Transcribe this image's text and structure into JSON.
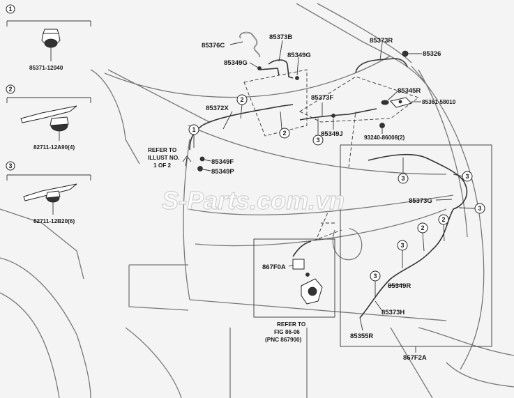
{
  "watermark": "S-Parts.com.vn",
  "legend": [
    {
      "num": "1",
      "part": "85371-12040"
    },
    {
      "num": "2",
      "part": "82711-12A90(4)"
    },
    {
      "num": "3",
      "part": "82711-12B20(6)"
    }
  ],
  "labels": {
    "p85376C": "85376C",
    "p85373B": "85373B",
    "p85349G_a": "85349G",
    "p85349G_b": "85349G",
    "p85373R": "85373R",
    "p85326": "85326",
    "p85345R": "85345R",
    "p85361": "85361-58010",
    "p85372X": "85372X",
    "p85373F": "85373F",
    "p85349J": "85349J",
    "p93240": "93240-86008(2)",
    "p85349F": "85349F",
    "p85349P": "85349P",
    "p85373G": "85373G",
    "p867F0A": "867F0A",
    "p85349R": "85349R",
    "p85373H": "85373H",
    "p85355R": "85355R",
    "p867F2A": "867F2A"
  },
  "refer_illust": [
    "REFER TO",
    "ILLUST NO.",
    "1 OF 2"
  ],
  "refer_fig": [
    "REFER TO",
    "FIG 86-06",
    "(PNC 867900)"
  ],
  "callouts": {
    "c1": "1",
    "c2a": "2",
    "c2b": "2",
    "c2c": "2",
    "c2d": "2",
    "c3a": "3",
    "c3b": "3",
    "c3c": "3",
    "c3d": "3",
    "c3e": "3",
    "c3f": "3"
  }
}
